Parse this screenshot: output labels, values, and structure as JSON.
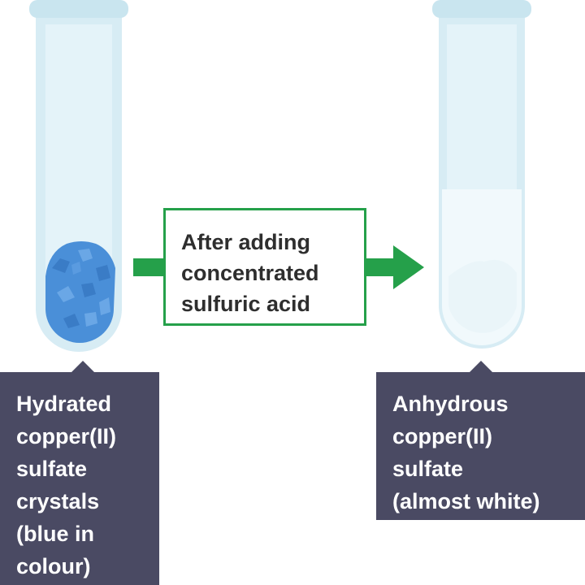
{
  "process": {
    "lines": [
      "After adding",
      "concentrated",
      "sulfuric acid"
    ]
  },
  "labels": {
    "left": {
      "lines": [
        "Hydrated",
        "copper(II)",
        "sulfate",
        "crystals",
        "(blue in",
        "colour)"
      ]
    },
    "right": {
      "lines": [
        "Anhydrous",
        "copper(II)",
        "sulfate",
        "(almost white)"
      ]
    }
  },
  "colors": {
    "tube": "#d7ecf4",
    "tube_rim": "#c9e5ef",
    "crystals": "#4a8fd8",
    "anhydrous": "#f1f9fc",
    "arrow": "#25a04a",
    "label_bg": "#4a4a63"
  }
}
